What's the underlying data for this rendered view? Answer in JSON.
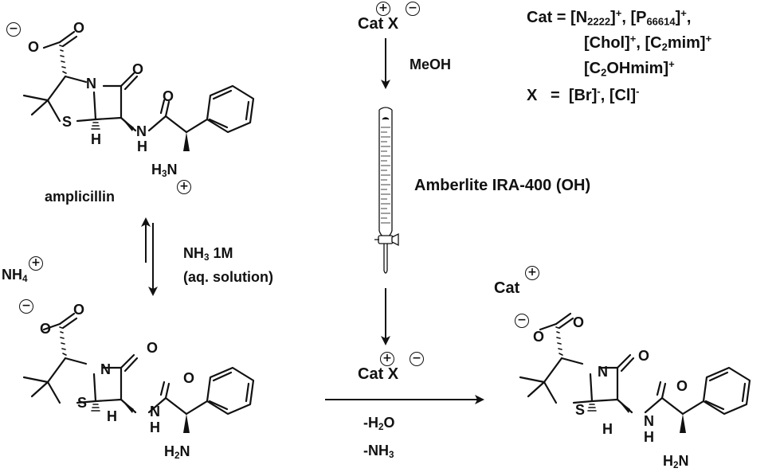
{
  "reactant": {
    "name": "amplicillin",
    "acid_o": "O",
    "carbonyl_o": "O",
    "ring_n": "N",
    "ring_s": "S",
    "bridge_h": "H",
    "amide_o": "O",
    "amide_n": "N",
    "amide_h": "H",
    "amine": "H3N",
    "amine_main": "H",
    "amine_sub": "3",
    "amine_n": "N"
  },
  "equilibrium": {
    "reagent": "NH3 1M",
    "reagent_main": "NH",
    "reagent_sub": "3",
    "reagent_rest": " 1M",
    "condition": "(aq. solution)"
  },
  "ammonium": {
    "label": "NH4",
    "main": "NH",
    "sub": "4"
  },
  "salt_pair": {
    "cat": "Cat",
    "x": "X"
  },
  "solvent": "MeOH",
  "resin": "Amberlite IRA-400 (OH)",
  "legend": {
    "cat_prefix": "Cat = ",
    "cat_line1_a": "[N",
    "cat_line1_a_sub": "2222",
    "cat_line1_a_end": "]",
    "cat_line1_b": ", [P",
    "cat_line1_b_sub": "66614",
    "cat_line1_b_end": "]",
    "plus": "+",
    "comma": ",",
    "cat_line2_a": "[Chol]",
    "cat_line2_b": ", [C",
    "cat_line2_b_sub": "2",
    "cat_line2_b_end": "mim]",
    "cat_line3_a": "[C",
    "cat_line3_a_sub": "2",
    "cat_line3_a_end": "OHmim]",
    "x_prefix": "X   =  ",
    "x_br": "[Br]",
    "minus": "-",
    "x_sep": ", ",
    "x_cl": "[Cl]"
  },
  "byproducts": {
    "water": "-H2O",
    "water_main": "-H",
    "water_sub": "2",
    "water_end": "O",
    "ammonia": "-NH3",
    "ammonia_main": "-NH",
    "ammonia_sub": "3"
  },
  "product": {
    "cation": "Cat"
  },
  "amino_group": {
    "label": "H2N",
    "main": "H",
    "sub": "2",
    "n": "N"
  },
  "charges": {
    "plus": "+",
    "minus": "−"
  },
  "colors": {
    "ink": "#111111",
    "background": "#ffffff"
  }
}
